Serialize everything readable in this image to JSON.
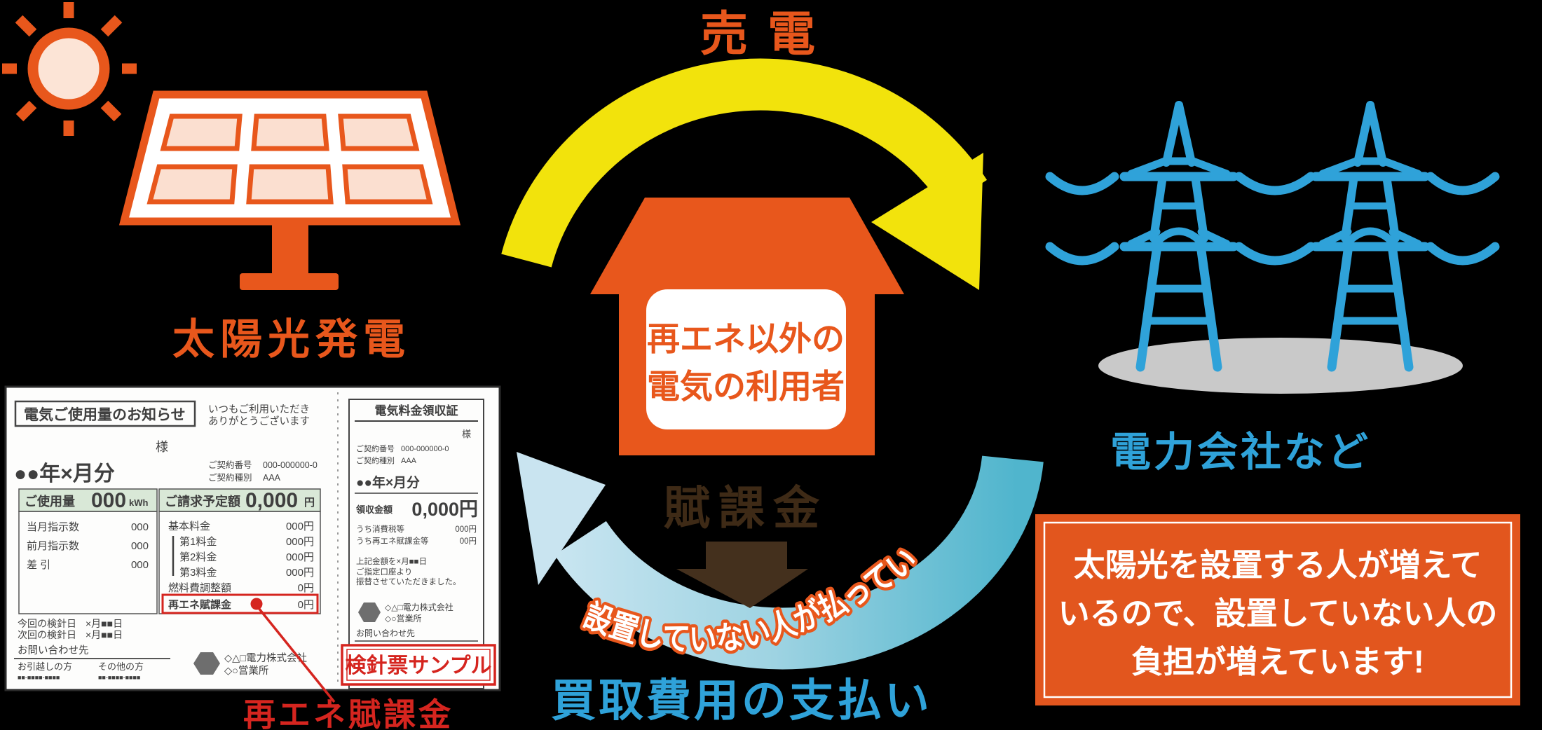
{
  "sell": {
    "label": "売電"
  },
  "solar": {
    "label": "太陽光発電"
  },
  "house": {
    "line1": "再エネ以外の",
    "line2": "電気の利用者"
  },
  "power_company": {
    "label": "電力会社など"
  },
  "surcharge": {
    "label": "賦課金"
  },
  "curved_note": {
    "label": "設置していない人が払っている!"
  },
  "purchase": {
    "label": "買取費用の支払い"
  },
  "info_box": {
    "line1": "太陽光を設置する人が増えて",
    "line2": "いるので、設置していない人の",
    "line3": "負担が増えています!"
  },
  "bill": {
    "notice_title": "電気ご使用量のお知らせ",
    "thanks1": "いつもご利用いただき",
    "thanks2": "ありがとうございます",
    "sama": "様",
    "period": "●●年×月分",
    "contract_no_label": "ご契約番号",
    "contract_no": "000-000000-0",
    "contract_type_label": "ご契約種別",
    "contract_type": "AAA",
    "usage_label": "ご使用量",
    "usage_value": "000",
    "usage_unit": "kWh",
    "billing_label": "ご請求予定額",
    "billing_value": "0,000",
    "billing_unit": "円",
    "left_rows": [
      {
        "label": "当月指示数",
        "value": "000"
      },
      {
        "label": "前月指示数",
        "value": "000"
      },
      {
        "label": "差 引",
        "value": "000"
      }
    ],
    "right_rows": [
      {
        "label": "基本料金",
        "value": "000円"
      },
      {
        "label": "第1料金",
        "value": "000円"
      },
      {
        "label": "第2料金",
        "value": "000円"
      },
      {
        "label": "第3料金",
        "value": "000円"
      },
      {
        "label": "燃料費調整額",
        "value": "0円"
      },
      {
        "label": "再エネ賦課金",
        "value": "0円"
      }
    ],
    "meter_date1_label": "今回の検針日",
    "meter_date1": "×月■■日",
    "meter_date2_label": "次回の検針日",
    "meter_date2": "×月■■日",
    "contact_label": "お問い合わせ先",
    "moving_label": "お引越しの方",
    "other_label": "その他の方",
    "phone1": "■■-■■■■-■■■■",
    "phone2": "■■-■■■■-■■■■",
    "company": "◇△□電力株式会社",
    "office": "◇○営業所",
    "receipt_title": "電気料金領収証",
    "receipt_sama": "様",
    "receipt_period": "●●年×月分",
    "receipt_amount_label": "領収金額",
    "receipt_amount": "0,000円",
    "tax_label": "うち消費税等",
    "tax_value": "000円",
    "sur_label": "うち再エネ賦課金等",
    "sur_value": "00円",
    "note1": "上記金額を×月■■日",
    "note2": "ご指定口座より",
    "note3": "振替させていただきました。",
    "stamp": "検針票サンプル",
    "annotation": "再エネ賦課金"
  },
  "colors": {
    "background": "#000000",
    "orange": "#e8571c",
    "info_box_orange": "#e2561e",
    "yellow": "#f2e30c",
    "blue": "#2fa2d9",
    "arrow_blue_light": "#cde7f2",
    "arrow_blue_deep": "#50b5cd",
    "brown_text": "#3e2a16",
    "brown_arrow": "#44301d",
    "red": "#d5251f",
    "shadow_gray": "#c9c9c9",
    "paper_white": "#fdfdfc",
    "table_green": "#d9e8d7"
  }
}
